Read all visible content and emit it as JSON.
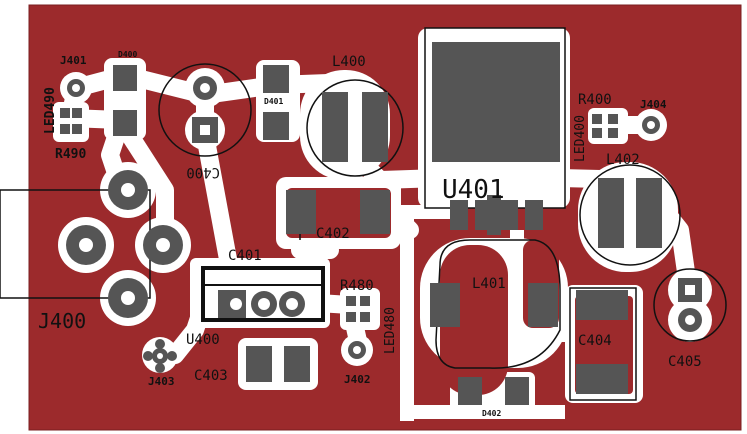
{
  "colors": {
    "board": "#9c2a2c",
    "clearance": "#ffffff",
    "pad": "#555555",
    "silkscreen": "#111111",
    "hole": "#ffffff"
  },
  "labels": {
    "j401": "J401",
    "d400": "D400",
    "led490": "LED490",
    "r490": "R490",
    "c400": "C400",
    "d401": "D401",
    "l400": "L400",
    "u401": "U401",
    "r400": "R400",
    "j404": "J404",
    "led400": "LED400",
    "l402": "L402",
    "c402": "C402",
    "c401": "C401",
    "j400": "J400",
    "r480": "R480",
    "led480": "LED480",
    "l401": "L401",
    "u400": "U400",
    "c403": "C403",
    "j403": "J403",
    "j402": "J402",
    "c404": "C404",
    "c405": "C405",
    "d402": "D402"
  }
}
